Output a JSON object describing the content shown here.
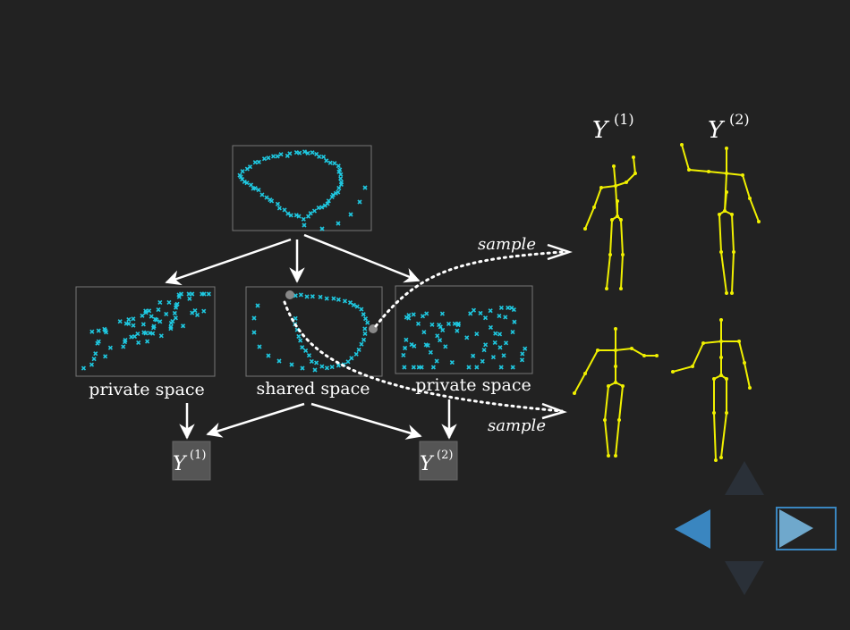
{
  "diagram": {
    "labels": {
      "private_left": "private space",
      "shared": "shared space",
      "private_right": "private space",
      "sample_top": "sample",
      "sample_bottom": "sample"
    },
    "output_nodes": {
      "y1": {
        "base": "Y",
        "sup": "(1)"
      },
      "y2": {
        "base": "Y",
        "sup": "(2)"
      }
    },
    "skeleton_headers": {
      "y1": {
        "base": "Y",
        "sup": "(1)"
      },
      "y2": {
        "base": "Y",
        "sup": "(2)"
      }
    },
    "colors": {
      "background": "#222222",
      "points": "#1fc8e0",
      "skeleton": "#f0f000",
      "arrows": "#ffffff",
      "node_box": "#555555",
      "nav_active": "#3a86c0",
      "nav_inactive": "#2a3038",
      "sample_dot": "#888888"
    }
  },
  "navigation": {
    "left_icon": "triangle-left-icon",
    "right_icon": "triangle-right-icon",
    "up_icon": "triangle-up-icon",
    "down_icon": "triangle-down-icon"
  }
}
